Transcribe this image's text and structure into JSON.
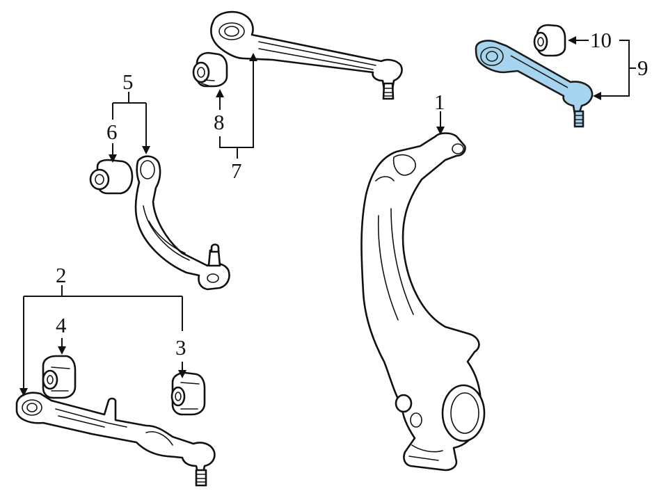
{
  "diagram": {
    "highlight_color": "#a6d4ef",
    "line_color": "#111111",
    "callouts": [
      {
        "id": "c1",
        "label": "1"
      },
      {
        "id": "c2",
        "label": "2"
      },
      {
        "id": "c3",
        "label": "3"
      },
      {
        "id": "c4",
        "label": "4"
      },
      {
        "id": "c5",
        "label": "5"
      },
      {
        "id": "c6",
        "label": "6"
      },
      {
        "id": "c7",
        "label": "7"
      },
      {
        "id": "c8",
        "label": "8"
      },
      {
        "id": "c9",
        "label": "9"
      },
      {
        "id": "c10",
        "label": "10"
      }
    ],
    "parts": [
      {
        "ref": "1",
        "name": "steering-knuckle"
      },
      {
        "ref": "2",
        "name": "lower-control-arm"
      },
      {
        "ref": "3",
        "name": "rear-bushing"
      },
      {
        "ref": "4",
        "name": "front-bushing"
      },
      {
        "ref": "5",
        "name": "rear-upper-arm"
      },
      {
        "ref": "6",
        "name": "rear-upper-arm-bushing"
      },
      {
        "ref": "7",
        "name": "front-upper-arm"
      },
      {
        "ref": "8",
        "name": "front-upper-arm-bushing"
      },
      {
        "ref": "9",
        "name": "upper-control-arm",
        "highlighted": true
      },
      {
        "ref": "10",
        "name": "upper-control-arm-bushing"
      }
    ]
  }
}
